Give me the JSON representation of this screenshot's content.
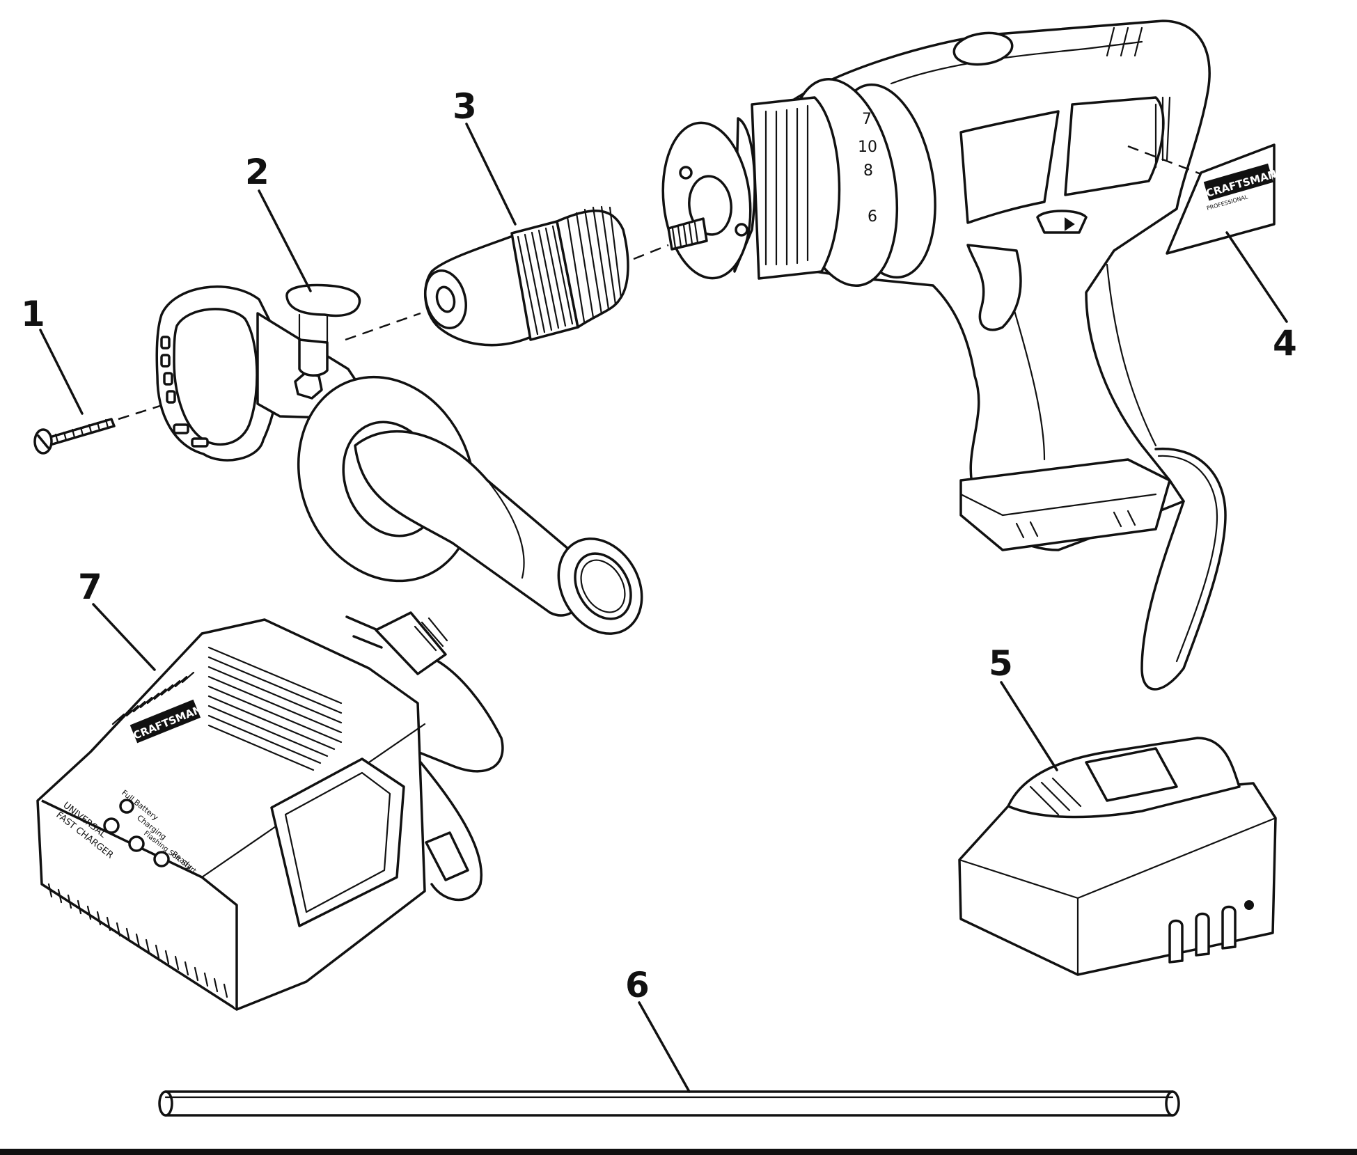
{
  "diagram": {
    "callouts": [
      {
        "id": "1",
        "label": "1"
      },
      {
        "id": "2",
        "label": "2"
      },
      {
        "id": "3",
        "label": "3"
      },
      {
        "id": "4",
        "label": "4"
      },
      {
        "id": "5",
        "label": "5"
      },
      {
        "id": "6",
        "label": "6"
      },
      {
        "id": "7",
        "label": "7"
      }
    ],
    "nameplate": {
      "brand": "CRAFTSMAN",
      "sub": "PROFESSIONAL"
    },
    "charger": {
      "brand": "CRAFTSMAN",
      "panel_line1": "UNIVERSAL",
      "panel_line2": "FAST CHARGER",
      "led_labels": [
        "Full Battery",
        "Charging",
        "Flashing Soft Start",
        "Ready"
      ]
    },
    "clutch_numbers": [
      "7",
      "6",
      "8",
      "10"
    ]
  }
}
